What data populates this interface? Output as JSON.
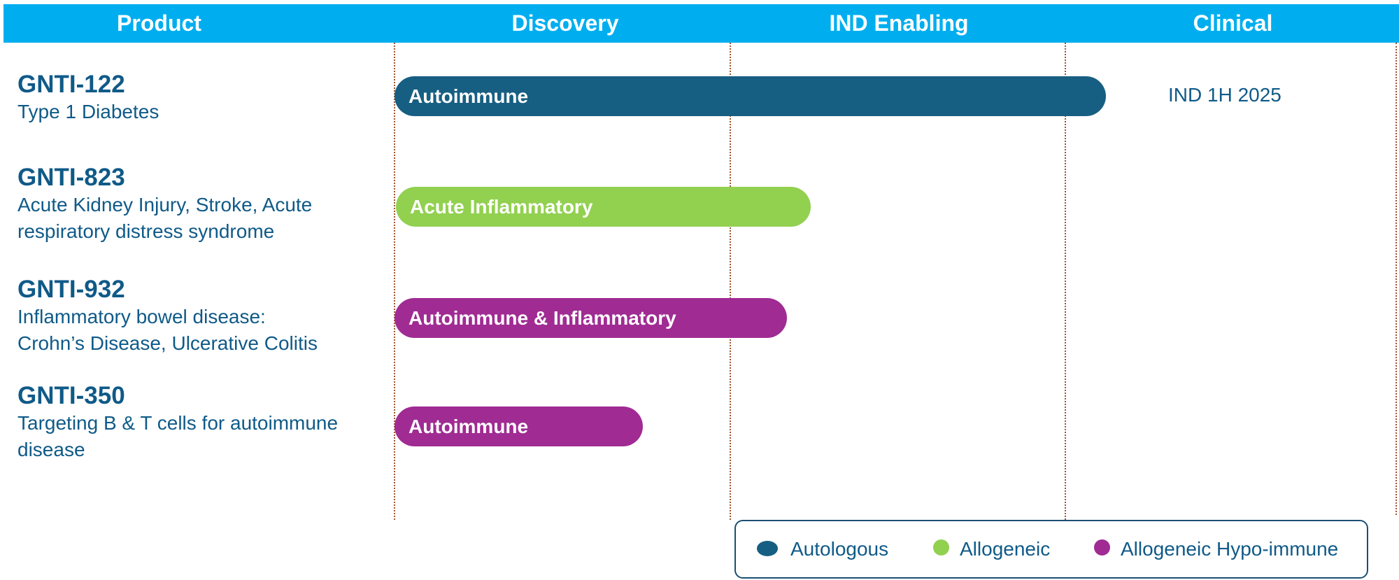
{
  "header": {
    "product": "Product",
    "discovery": "Discovery",
    "ind_enabling": "IND Enabling",
    "clinical": "Clinical"
  },
  "products": [
    {
      "name": "GNTI-122",
      "description_lines": [
        "Type 1 Diabetes"
      ],
      "bar_label": "Autoimmune",
      "bar_type": "Autologous",
      "milestone": "IND 1H 2025"
    },
    {
      "name": "GNTI-823",
      "description_lines": [
        "Acute Kidney Injury, Stroke, Acute",
        "respiratory distress syndrome"
      ],
      "bar_label": "Acute Inflammatory",
      "bar_type": "Allogeneic"
    },
    {
      "name": "GNTI-932",
      "description_lines": [
        "Inflammatory bowel disease:",
        "Crohn’s Disease, Ulcerative Colitis"
      ],
      "bar_label": "Autoimmune & Inflammatory",
      "bar_type": "Allogeneic Hypo-immune"
    },
    {
      "name": "GNTI-350",
      "description_lines": [
        "Targeting B & T cells for autoimmune",
        "disease"
      ],
      "bar_label": "Autoimmune",
      "bar_type": "Allogeneic Hypo-immune"
    }
  ],
  "legend": [
    {
      "label": "Autologous",
      "color": "#175f82"
    },
    {
      "label": "Allogeneic",
      "color": "#92d050"
    },
    {
      "label": "Allogeneic Hypo-immune",
      "color": "#a02b93"
    }
  ],
  "colors": {
    "header_bg": "#00aeef",
    "text": "#0f5a88",
    "autologous": "#175f82",
    "allogeneic": "#92d050",
    "hypo_immune": "#a02b93"
  }
}
